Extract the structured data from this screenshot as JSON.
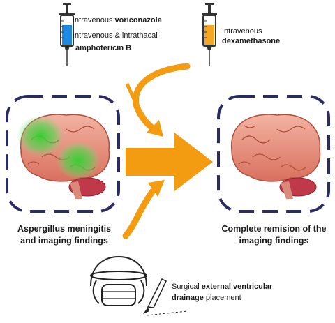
{
  "drug_left": {
    "line1_plain": "Intravenous ",
    "line1_bold": "voriconazole",
    "line2_plain": "Intravenous & intrathacal",
    "line3_bold": "amphotericin B",
    "liquid_color": "#1e88e5"
  },
  "drug_right": {
    "line1_plain": "Intravenous",
    "line2_bold": "dexamethasone",
    "liquid_color": "#f5a623"
  },
  "before": {
    "caption_line1": "Aspergillus meningitis",
    "caption_line2": "and imaging findings",
    "lesion_color": "#3cd43c"
  },
  "after": {
    "caption_line1": "Complete remision of the",
    "caption_line2": "imaging findings"
  },
  "surgery": {
    "line1_plain": "Surgical ",
    "line1_bold": "external ventricular",
    "line2_bold": "drainage",
    "line2_plain": " placement"
  },
  "colors": {
    "arrow": "#f39c12",
    "frame": "#2b2a63",
    "brain": "#e8907a"
  }
}
